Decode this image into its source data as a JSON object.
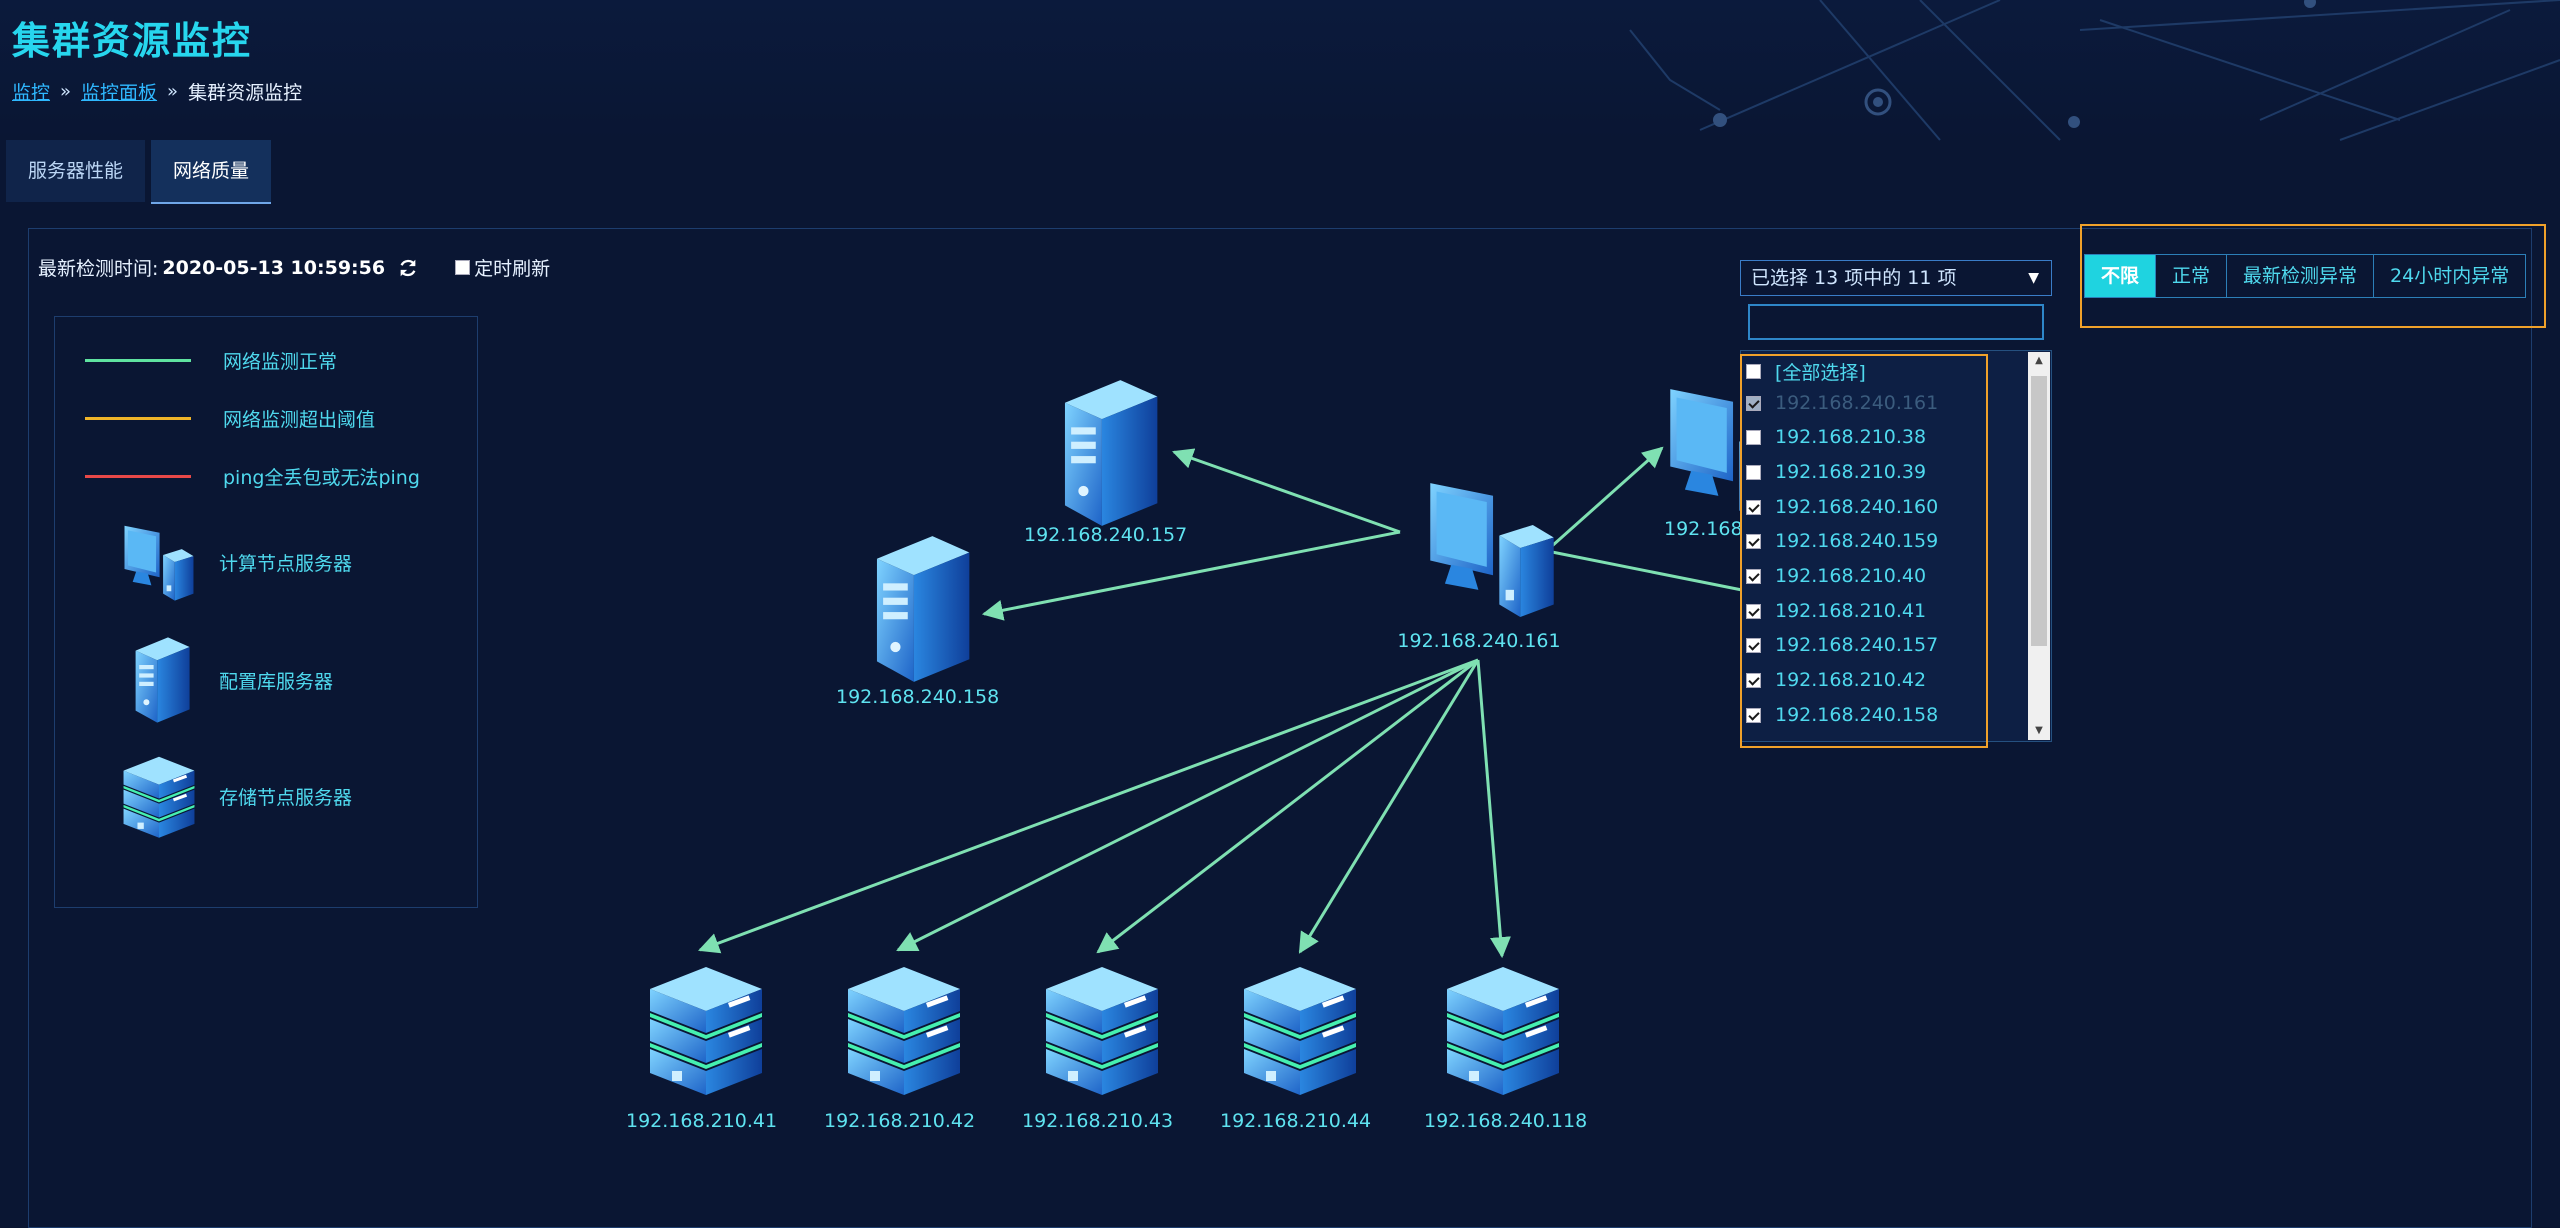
{
  "header": {
    "title": "集群资源监控",
    "breadcrumb": {
      "home": "监控",
      "dashboard": "监控面板",
      "current": "集群资源监控",
      "separator": "»"
    }
  },
  "tabs": [
    {
      "label": "服务器性能",
      "active": false
    },
    {
      "label": "网络质量",
      "active": true
    }
  ],
  "status_bar": {
    "last_check_label": "最新检测时间:",
    "last_check_time": "2020-05-13 10:59:56",
    "auto_refresh_label": "定时刷新",
    "auto_refresh_checked": false
  },
  "legend": {
    "lines": [
      {
        "label": "网络监测正常",
        "color": "#5fe3a0"
      },
      {
        "label": "网络监测超出阈值",
        "color": "#f0b429"
      },
      {
        "label": "ping全丢包或无法ping",
        "color": "#e84848"
      }
    ],
    "icons": [
      {
        "label": "计算节点服务器",
        "icon": "compute-node-icon"
      },
      {
        "label": "配置库服务器",
        "icon": "config-db-server-icon"
      },
      {
        "label": "存储节点服务器",
        "icon": "storage-node-icon"
      }
    ]
  },
  "graph": {
    "edge_color": "#7fe0b2",
    "nodes": [
      {
        "id": "n161",
        "label": "192.168.240.161",
        "type": "compute"
      },
      {
        "id": "n157",
        "label": "192.168.240.157",
        "type": "config"
      },
      {
        "id": "n158",
        "label": "192.168.240.158",
        "type": "config"
      },
      {
        "id": "n160",
        "label": "192.168.240.160",
        "type": "compute"
      },
      {
        "id": "n41",
        "label": "192.168.210.41",
        "type": "storage"
      },
      {
        "id": "n42",
        "label": "192.168.210.42",
        "type": "storage"
      },
      {
        "id": "n43",
        "label": "192.168.210.43",
        "type": "storage"
      },
      {
        "id": "n44",
        "label": "192.168.210.44",
        "type": "storage"
      },
      {
        "id": "n118",
        "label": "192.168.240.118",
        "type": "storage"
      }
    ]
  },
  "selector": {
    "summary": "已选择 13 项中的 11 项",
    "filter_value": "",
    "options": [
      {
        "label": "[全部选择]",
        "checked": false,
        "disabled": false
      },
      {
        "label": "192.168.240.161",
        "checked": true,
        "disabled": true
      },
      {
        "label": "192.168.210.38",
        "checked": false,
        "disabled": false
      },
      {
        "label": "192.168.210.39",
        "checked": false,
        "disabled": false
      },
      {
        "label": "192.168.240.160",
        "checked": true,
        "disabled": false
      },
      {
        "label": "192.168.240.159",
        "checked": true,
        "disabled": false
      },
      {
        "label": "192.168.210.40",
        "checked": true,
        "disabled": false
      },
      {
        "label": "192.168.210.41",
        "checked": true,
        "disabled": false
      },
      {
        "label": "192.168.240.157",
        "checked": true,
        "disabled": false
      },
      {
        "label": "192.168.210.42",
        "checked": true,
        "disabled": false
      },
      {
        "label": "192.168.240.158",
        "checked": true,
        "disabled": false
      }
    ]
  },
  "status_filters": [
    {
      "label": "不限",
      "active": true
    },
    {
      "label": "正常",
      "active": false
    },
    {
      "label": "最新检测异常",
      "active": false
    },
    {
      "label": "24小时内异常",
      "active": false
    }
  ],
  "colors": {
    "accent": "#27d6ee",
    "background": "#0a1633",
    "highlight": "#f0a12a"
  }
}
